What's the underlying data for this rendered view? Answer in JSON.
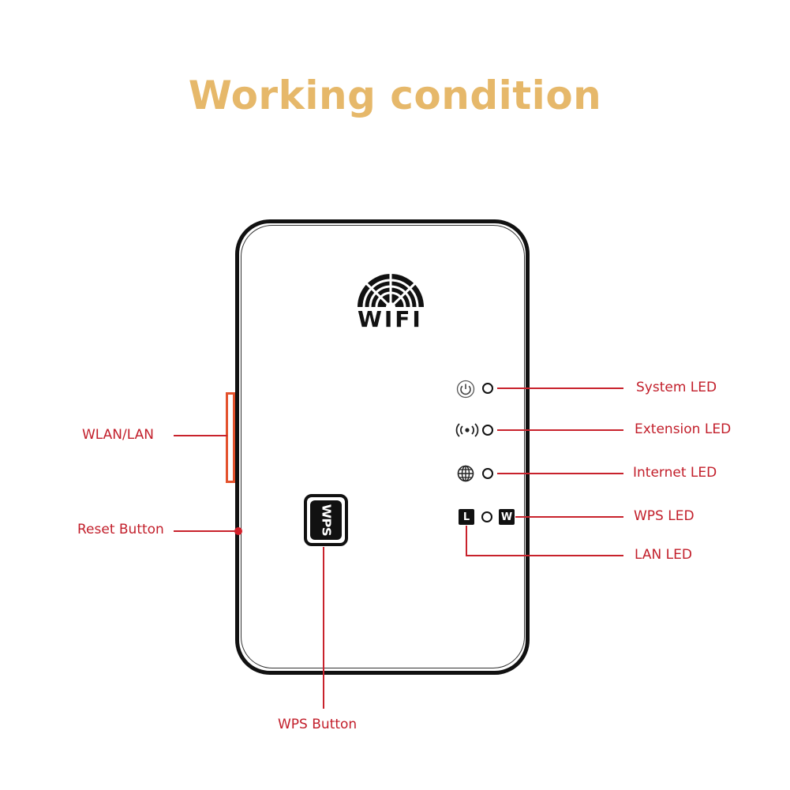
{
  "title": "Working condition",
  "device": {
    "logo_text": "WIFI",
    "wps_button_text": "WPS",
    "lan_icon_letter": "L",
    "wps_icon_letter": "W"
  },
  "callouts": {
    "system_led": "System LED",
    "extension_led": "Extension LED",
    "internet_led": "Internet LED",
    "wps_led": "WPS LED",
    "lan_led": "LAN LED",
    "wlan_lan": "WLAN/LAN",
    "reset_button": "Reset Button",
    "wps_button": "WPS Button"
  },
  "colors": {
    "title": "#e6b86a",
    "callout": "#c21e2a",
    "slot": "#e3522d"
  }
}
